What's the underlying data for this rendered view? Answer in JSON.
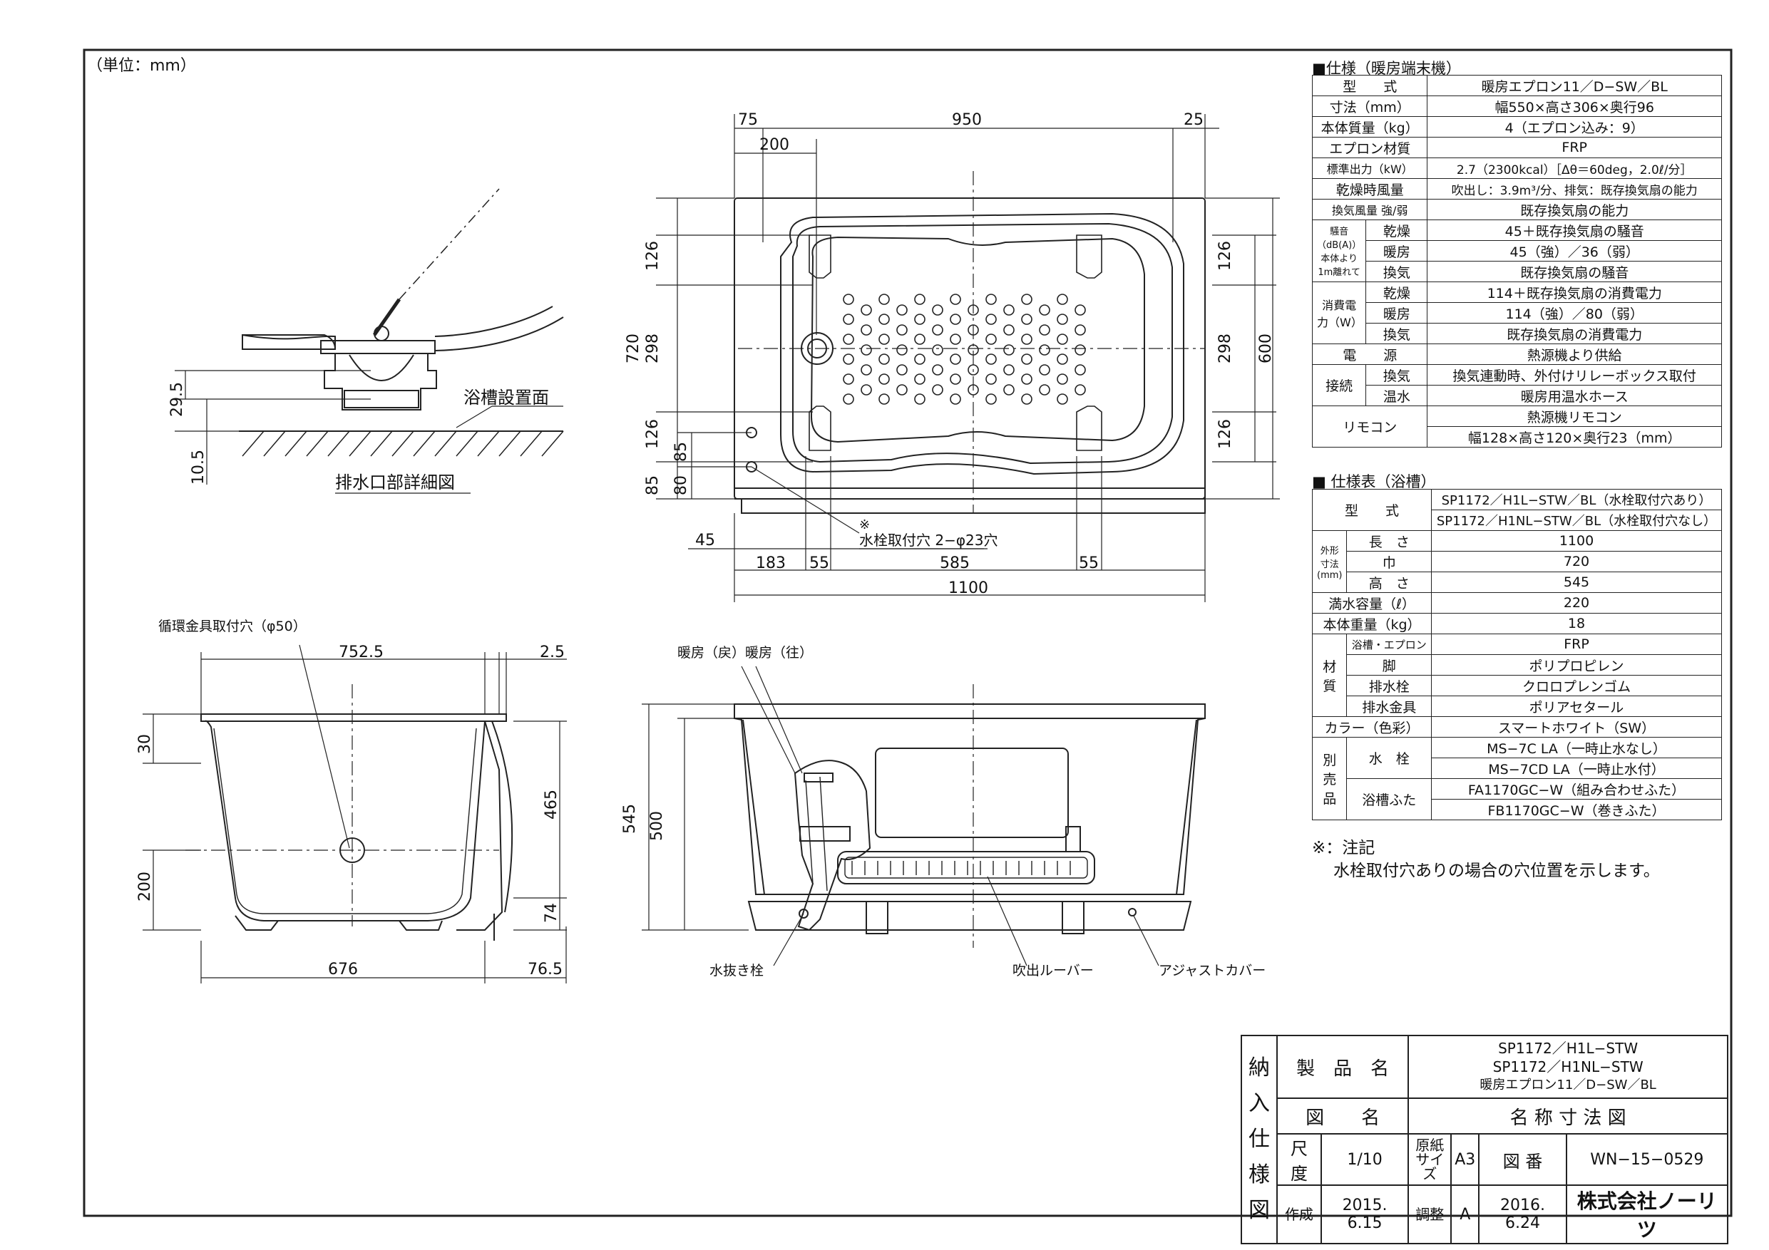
{
  "unit_label": "（単位：mm）",
  "heater_spec": {
    "title": "■仕様（暖房端末機）",
    "rows": [
      {
        "k": "型　　式",
        "v": "暖房エプロン11／D−SW／BL"
      },
      {
        "k": "寸法（mm）",
        "v": "幅550×高さ306×奥行96"
      },
      {
        "k": "本体質量（kg）",
        "v": "4（エプロン込み：9）"
      },
      {
        "k": "エプロン材質",
        "v": "FRP"
      },
      {
        "k": "標準出力（kW）",
        "v": "2.7（2300kcal）［Δθ＝60deg，2.0ℓ/分］"
      },
      {
        "k": "乾燥時風量",
        "v": "吹出し：3.9m³/分、排気：既存換気扇の能力"
      },
      {
        "k": "換気風量 強/弱",
        "v": "既存換気扇の能力"
      }
    ],
    "noise_label": "騒音（dB(A)）本体より1m離れて",
    "noise_rows": [
      {
        "k": "乾燥",
        "v": "45＋既存換気扇の騒音"
      },
      {
        "k": "暖房",
        "v": "45（強）／36（弱）"
      },
      {
        "k": "換気",
        "v": "既存換気扇の騒音"
      }
    ],
    "power_label": "消費電力（W）",
    "power_rows": [
      {
        "k": "乾燥",
        "v": "114＋既存換気扇の消費電力"
      },
      {
        "k": "暖房",
        "v": "114（強）／80（弱）"
      },
      {
        "k": "換気",
        "v": "既存換気扇の消費電力"
      }
    ],
    "supply_label": "電　　源",
    "supply_value": "熱源機より供給",
    "connect_label": "接続",
    "connect_rows": [
      {
        "k": "換気",
        "v": "換気連動時、外付けリレーボックス取付"
      },
      {
        "k": "温水",
        "v": "暖房用温水ホース"
      }
    ],
    "remote_label": "リモコン",
    "remote_rows": [
      "熱源機リモコン",
      "幅128×高さ120×奥行23（mm）"
    ]
  },
  "tub_spec": {
    "title": "■ 仕様表（浴槽）",
    "model_label": "型　　式",
    "model_values": [
      "SP1172／H1L−STW／BL（水栓取付穴あり）",
      "SP1172／H1NL−STW／BL（水栓取付穴なし）"
    ],
    "outer_label": "外形寸法(mm)",
    "outer_rows": [
      {
        "k": "長　さ",
        "v": "1100"
      },
      {
        "k": "巾",
        "v": "720"
      },
      {
        "k": "高　さ",
        "v": "545"
      }
    ],
    "capacity_label": "満水容量（ℓ）",
    "capacity_value": "220",
    "weight_label": "本体重量（kg）",
    "weight_value": "18",
    "material_label": "材質",
    "material_rows": [
      {
        "k": "浴槽・エプロン",
        "v": "FRP"
      },
      {
        "k": "脚",
        "v": "ポリプロピレン"
      },
      {
        "k": "排水栓",
        "v": "クロロプレンゴム"
      },
      {
        "k": "排水金具",
        "v": "ポリアセタール"
      }
    ],
    "color_label": "カラー（色彩）",
    "color_value": "スマートホワイト（SW）",
    "sold_label": "別売品",
    "sold_rows": [
      {
        "k": "水　栓",
        "v": [
          "MS−7C LA（一時止水なし）",
          "MS−7CD LA（一時止水付）"
        ]
      },
      {
        "k": "浴槽ふた",
        "v": [
          "FA1170GC−W（組み合わせふた）",
          "FB1170GC−W（巻きふた）"
        ]
      }
    ]
  },
  "note": {
    "head": "※：注記",
    "body": "水栓取付穴ありの場合の穴位置を示します。"
  },
  "drawing": {
    "drain_detail_caption": "排水口部詳細図",
    "install_surface": "浴槽設置面",
    "dim_29_5": "29.5",
    "dim_10_5": "10.5",
    "top_view": {
      "d75": "75",
      "d950": "950",
      "d25": "25",
      "d200": "200",
      "d126": "126",
      "d298": "298",
      "d720": "720",
      "d600": "600",
      "d85": "85",
      "d80": "80",
      "d45": "45",
      "d183": "183",
      "d55": "55",
      "d585": "585",
      "d1100": "1100",
      "faucet_note_mark": "※",
      "faucet_note": "水栓取付穴 2−φ23穴"
    },
    "side_view": {
      "circ_label": "循環金具取付穴（φ50）",
      "d752_5": "752.5",
      "d2_5": "2.5",
      "d30": "30",
      "d465": "465",
      "d200": "200",
      "d74": "74",
      "d676": "676",
      "d76_5": "76.5"
    },
    "front_view": {
      "heating_label": "暖房（戻）暖房（往）",
      "d545": "545",
      "d500": "500",
      "drain_plug": "水抜き栓",
      "outlet_louver": "吹出ルーバー",
      "adjust_cover": "アジャストカバー"
    }
  },
  "title_block": {
    "side_label": [
      "納",
      "入",
      "仕",
      "様",
      "図"
    ],
    "product_name_label": "製　品　名",
    "product_names": [
      "SP1172／H1L−STW",
      "SP1172／H1NL−STW",
      "暖房エプロン11／D−SW／BL"
    ],
    "drawing_name_label": "図　　名",
    "drawing_name": "名 称 寸 法 図",
    "scale_label": "尺 度",
    "scale_value": "1/10",
    "paper_label": "原紙サイズ",
    "paper_value": "A3",
    "drawing_no_label": "図 番",
    "drawing_no": "WN−15−0529",
    "created_label": "作成",
    "created_date": "2015. 6.15",
    "revised_label": "調整",
    "revised_mark": "A",
    "revised_date": "2016. 6.24",
    "company": "株式会社ノーリツ"
  }
}
